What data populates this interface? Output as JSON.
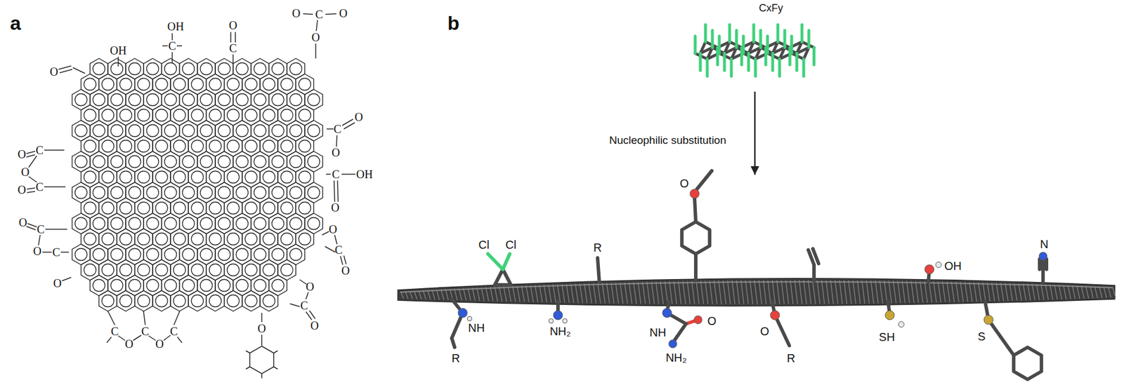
{
  "diagram": {
    "nodes": [
      {
        "text": [
          "CxFy"
        ]
      },
      {
        "text": [
          "Cl",
          "Cl",
          "R",
          "O",
          "OH",
          "N",
          "NH",
          "R",
          "NH₂",
          "NH",
          "O",
          "NH₂",
          "O",
          "R",
          "SH",
          "S"
        ]
      }
    ],
    "edges": [
      {
        "from": 0,
        "to": 1,
        "arrow": "to",
        "label": "Nucleophilic substitution"
      }
    ],
    "labels": [
      "a",
      "O",
      "OH",
      "OH",
      "C",
      "O",
      "C",
      "O",
      "C",
      "O",
      "O",
      "C",
      "O",
      "O",
      "C",
      "OH",
      "O",
      "O",
      "C",
      "O",
      "O",
      "C",
      "O",
      "O",
      "C",
      "O",
      "O",
      "C",
      "O",
      "C",
      "O",
      "C",
      "O",
      "C",
      "O",
      "C",
      "O",
      "C",
      "O",
      "b"
    ]
  }
}
